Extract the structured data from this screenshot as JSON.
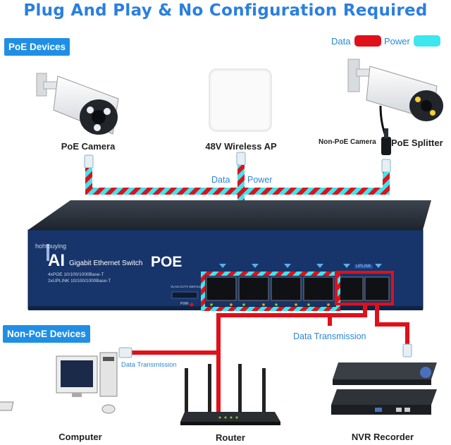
{
  "headline": "Plug And Play & No Configuration Required",
  "badges": {
    "poe_devices": "PoE Devices",
    "non_poe_devices": "Non-PoE Devices"
  },
  "legend": {
    "data_label": "Data",
    "power_label": "Power",
    "data_color": "#e0101a",
    "power_color": "#3ee6ee"
  },
  "devices": {
    "poe_camera": "PoE Camera",
    "wireless_ap": "48V Wireless AP",
    "non_poe_camera": "Non-PoE Camera",
    "poe_splitter": "PoE Splitter",
    "computer": "Computer",
    "router": "Router",
    "nvr_recorder": "NVR Recorder"
  },
  "cable_labels": {
    "data": "Data",
    "power": "Power",
    "data_transmission_main": "Data Transmission",
    "data_transmission_computer": "Data Transmission"
  },
  "switch": {
    "brand": "hohtouying",
    "ai": "AI",
    "model": "Gigabit Ethernet Switch",
    "poe": "POE",
    "spec_line1": "4xPOE 10/100/1000Base-T",
    "spec_line2": "2xUPLINK 10/100/1000Base-T",
    "switch_labels": "VLAN  CCTV  DEFAULT",
    "pwr": "PWR",
    "uplink": "UPLINK"
  }
}
